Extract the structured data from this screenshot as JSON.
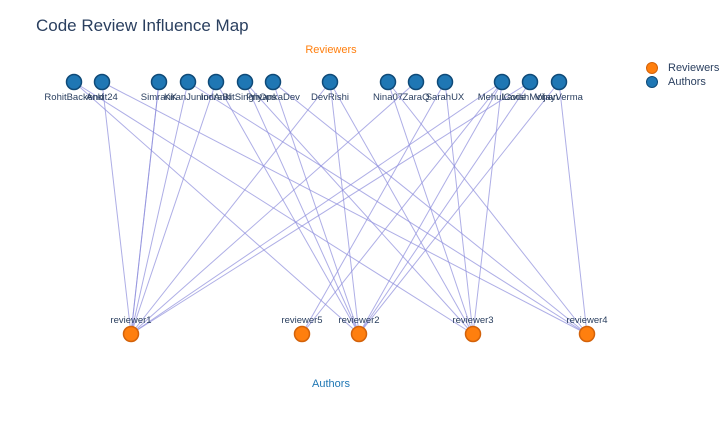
{
  "title": "Code Review Influence Map",
  "top_annotation": "Reviewers",
  "bottom_annotation": "Authors",
  "colors": {
    "author_fill": "#1f77b4",
    "author_stroke": "#0f4a78",
    "reviewer_fill": "#ff7f0e",
    "reviewer_stroke": "#d3620a",
    "edge": "#8c8cdc",
    "reviewers_annotation": "#ff7f0e",
    "authors_annotation": "#1f77b4",
    "text": "#2a3f5f"
  },
  "legend": {
    "reviewers": "Reviewers",
    "authors": "Authors"
  },
  "authors": [
    "RohitBackend",
    "Ankit24",
    "SimranK",
    "KiranJunior",
    "IndraBI",
    "AnkitSinghOps",
    "PriyankaDev",
    "DevRishi",
    "Nina07",
    "ZaraQ",
    "SarahUX",
    "MehulCode",
    "LavishMohan",
    "VijayVerma"
  ],
  "reviewers": [
    "reviewer1",
    "reviewer5",
    "reviewer2",
    "reviewer3",
    "reviewer4"
  ],
  "edges": [
    [
      "RohitBackend",
      "reviewer2"
    ],
    [
      "RohitBackend",
      "reviewer3"
    ],
    [
      "Ankit24",
      "reviewer1"
    ],
    [
      "Ankit24",
      "reviewer4"
    ],
    [
      "SimranK",
      "reviewer1"
    ],
    [
      "SimranK",
      "reviewer1"
    ],
    [
      "KiranJunior",
      "reviewer1"
    ],
    [
      "KiranJunior",
      "reviewer4"
    ],
    [
      "IndraBI",
      "reviewer1"
    ],
    [
      "IndraBI",
      "reviewer2"
    ],
    [
      "AnkitSinghOps",
      "reviewer2"
    ],
    [
      "AnkitSinghOps",
      "reviewer3"
    ],
    [
      "PriyankaDev",
      "reviewer2"
    ],
    [
      "PriyankaDev",
      "reviewer4"
    ],
    [
      "DevRishi",
      "reviewer1"
    ],
    [
      "DevRishi",
      "reviewer2"
    ],
    [
      "DevRishi",
      "reviewer3"
    ],
    [
      "Nina07",
      "reviewer3"
    ],
    [
      "Nina07",
      "reviewer4"
    ],
    [
      "ZaraQ",
      "reviewer1"
    ],
    [
      "SarahUX",
      "reviewer3"
    ],
    [
      "SarahUX",
      "reviewer5"
    ],
    [
      "MehulCode",
      "reviewer1"
    ],
    [
      "MehulCode",
      "reviewer2"
    ],
    [
      "MehulCode",
      "reviewer5"
    ],
    [
      "MehulCode",
      "reviewer3"
    ],
    [
      "LavishMohan",
      "reviewer2"
    ],
    [
      "LavishMohan",
      "reviewer1"
    ],
    [
      "VijayVerma",
      "reviewer4"
    ],
    [
      "VijayVerma",
      "reviewer2"
    ]
  ]
}
